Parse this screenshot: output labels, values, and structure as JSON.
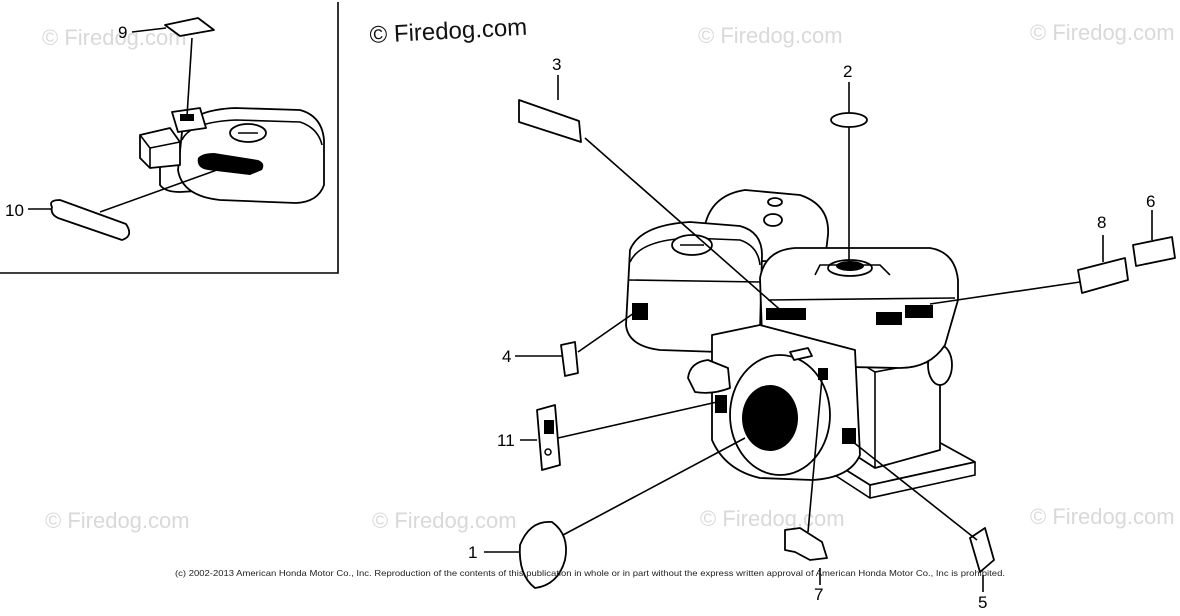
{
  "watermarks": {
    "main": "© Firedog.com",
    "faint": "© Firedog.com"
  },
  "callouts": {
    "c1": "1",
    "c2": "2",
    "c3": "3",
    "c4": "4",
    "c5": "5",
    "c6": "6",
    "c7": "7",
    "c8": "8",
    "c9": "9",
    "c10": "10",
    "c11": "11"
  },
  "footer": "(c) 2002-2013 American Honda Motor Co., Inc. Reproduction of the contents of this publication in whole or in part without the express written approval of American Honda Motor Co., Inc is prohibited.",
  "colors": {
    "line": "#000000",
    "watermark": "#d9d9d9",
    "background": "#ffffff"
  }
}
